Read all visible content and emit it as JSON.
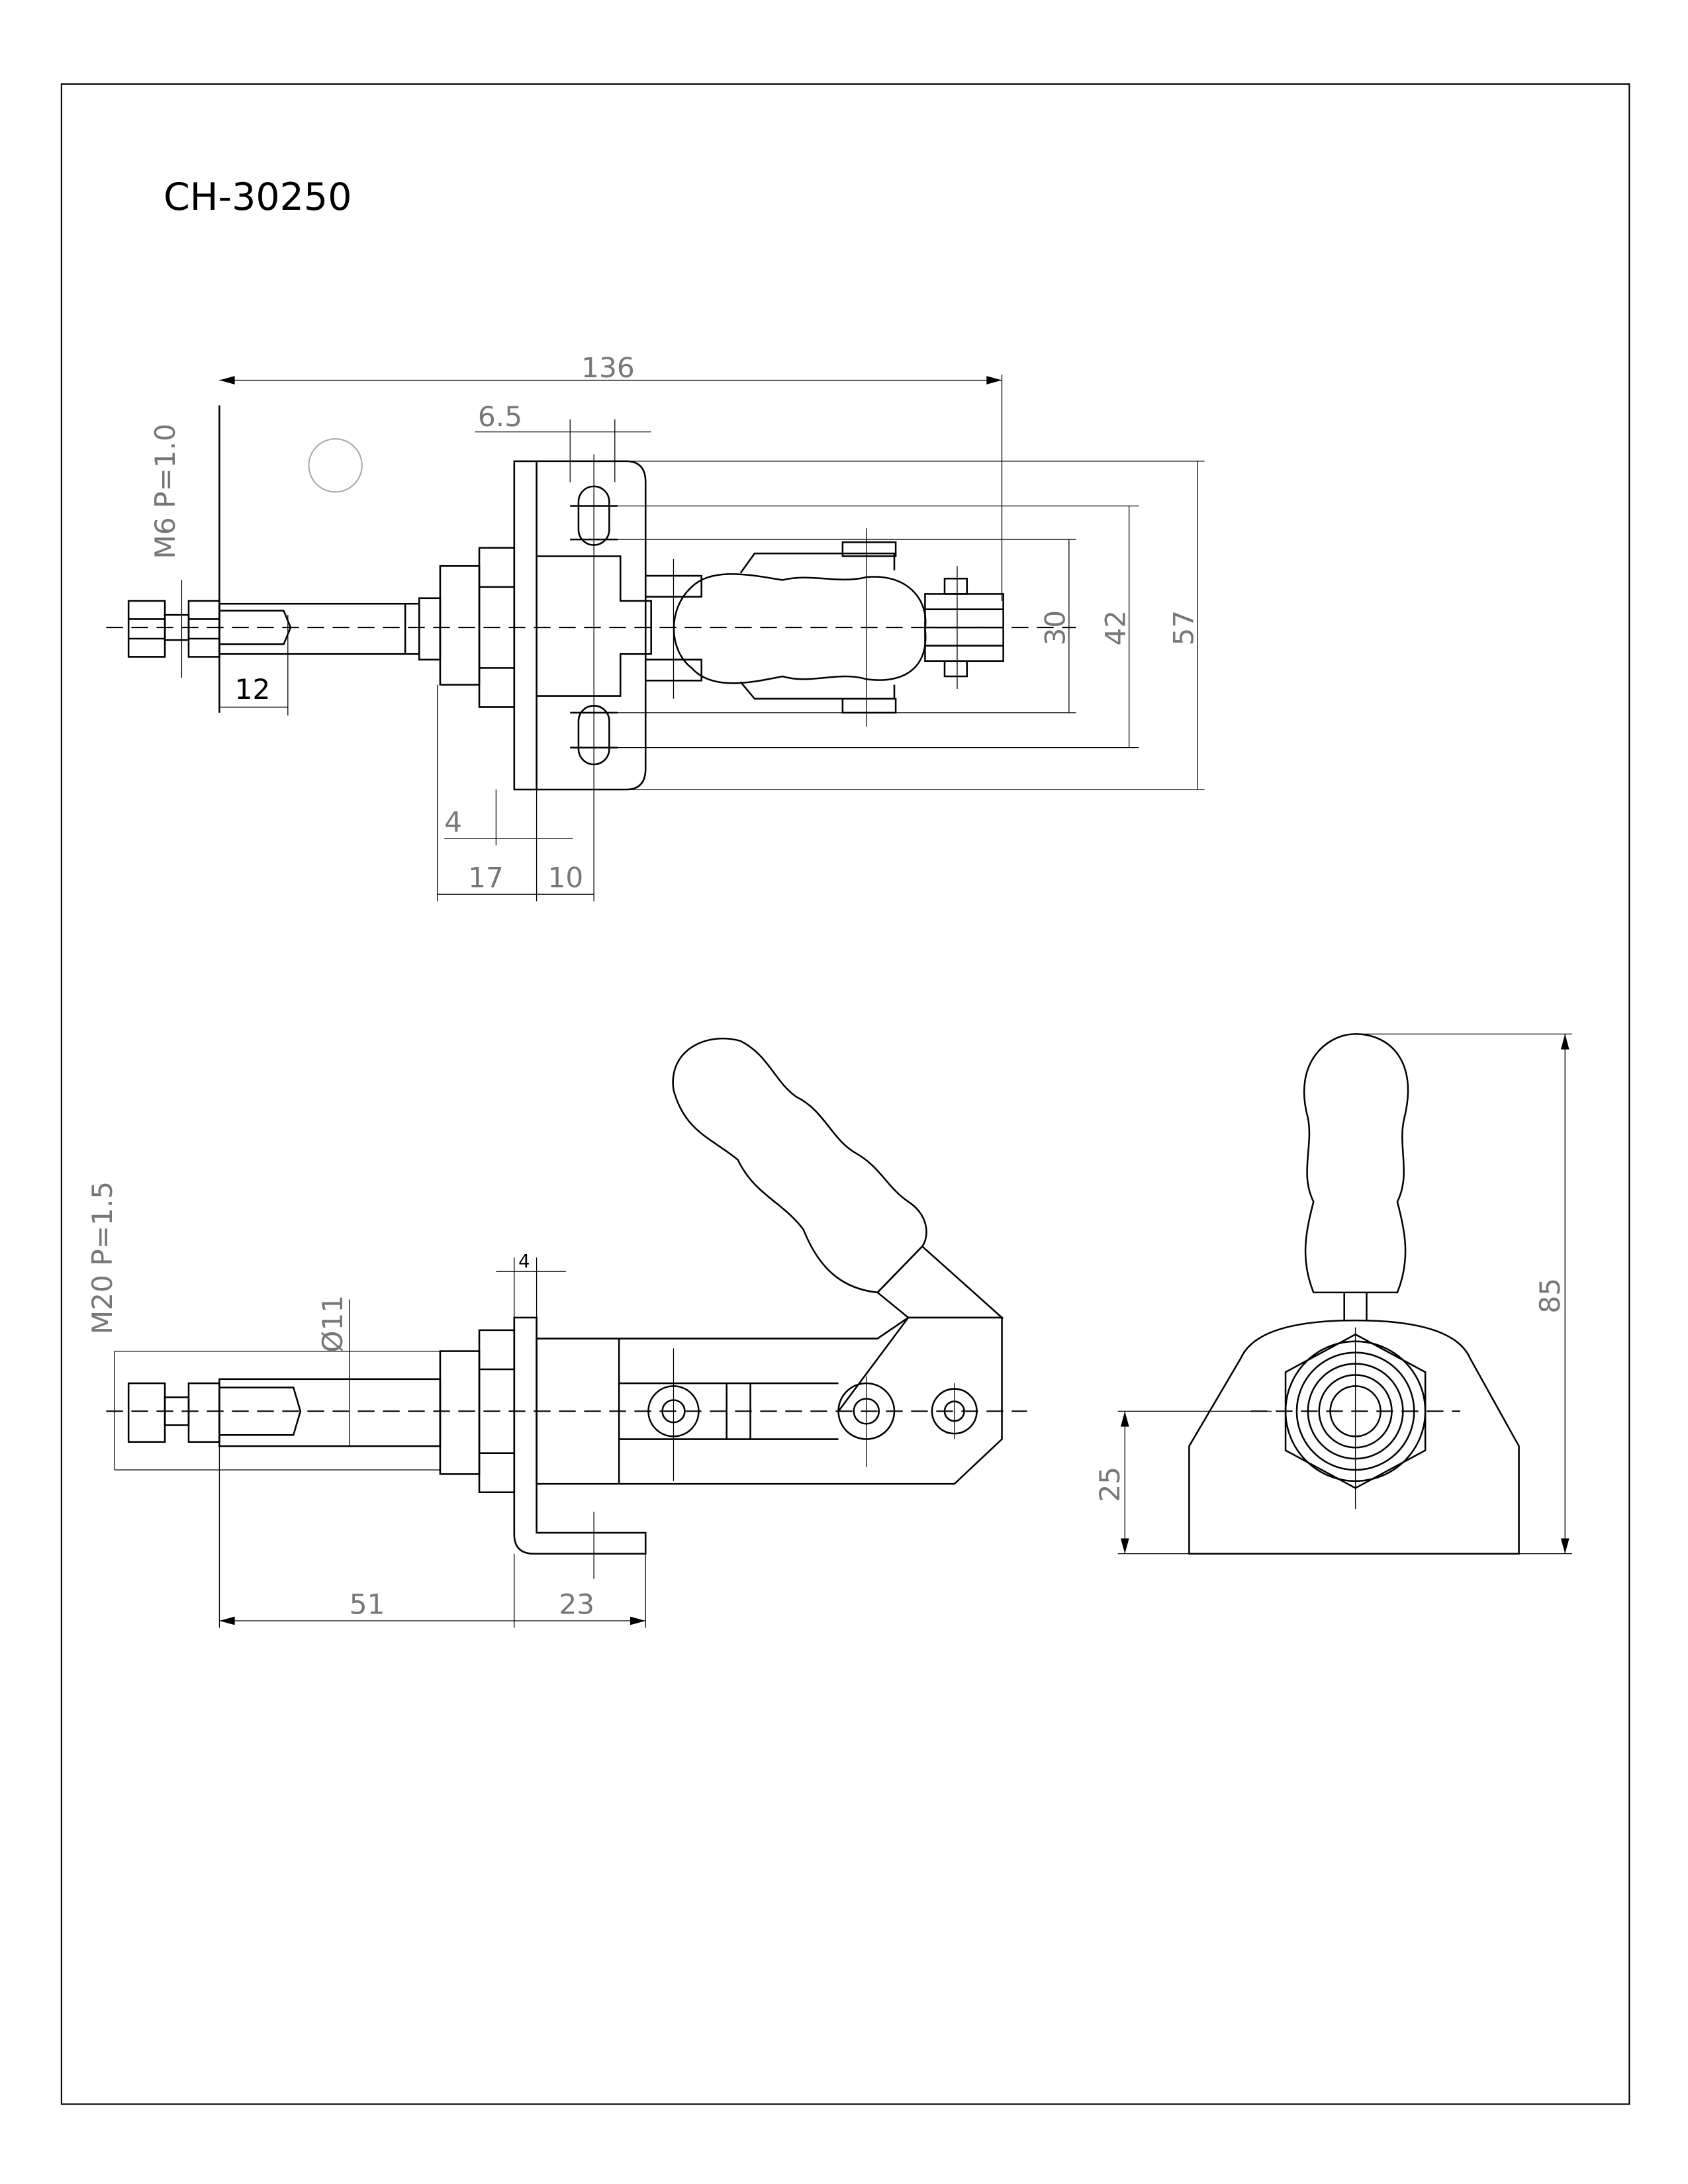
{
  "title": "CH-30250",
  "top_view": {
    "overall_length": "136",
    "slot_offset": "6.5",
    "thread_spec": "M6  P=1.0",
    "thread_length": "12",
    "plate_thickness": "4",
    "nut_to_plate": "17",
    "plate_to_slot": "10",
    "height_inner": "30",
    "height_slots": "42",
    "height_overall": "57"
  },
  "side_view": {
    "thread_spec": "M20  P=1.5",
    "rod_diameter": "Ø11",
    "plate_thickness": "4",
    "stroke_length": "51",
    "foot_length": "23"
  },
  "end_view": {
    "overall_height": "85",
    "center_height": "25"
  }
}
